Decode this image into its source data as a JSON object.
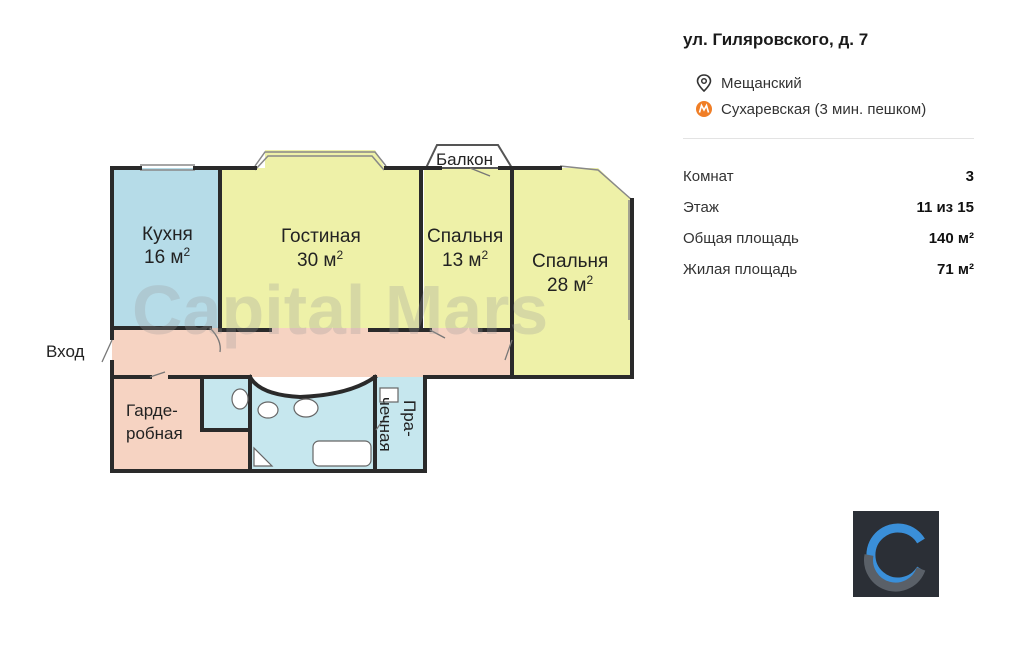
{
  "plan": {
    "watermark": "Capital Mars",
    "entrance": "Вход",
    "balcony": "Балкон",
    "kitchen": {
      "name": "Кухня",
      "area": "16 м",
      "sup": "2"
    },
    "living": {
      "name": "Гостиная",
      "area": "30 м",
      "sup": "2"
    },
    "bedroom1": {
      "name": "Спальня",
      "area": "13 м",
      "sup": "2"
    },
    "bedroom2": {
      "name": "Спальня",
      "area": "28 м",
      "sup": "2"
    },
    "wardrobe": {
      "line1": "Гарде-",
      "line2": "робная"
    },
    "laundry": {
      "line1": "Пра-",
      "line2": "чечная"
    }
  },
  "info": {
    "address": "ул. Гиляровского, д. 7",
    "district": "Мещанский",
    "metro": "Сухаревская (3 мин. пешком)",
    "rows": [
      {
        "k": "Комнат",
        "v": "3"
      },
      {
        "k": "Этаж",
        "v": "11 из 15"
      },
      {
        "k": "Общая площадь",
        "v": "140 м²"
      },
      {
        "k": "Жилая площадь",
        "v": "71 м²"
      }
    ]
  },
  "colors": {
    "kitchen": "#b6dce8",
    "living": "#eef1a8",
    "corridor": "#f6d3c2",
    "bath": "#c6e7ee",
    "wall": "#2a2a2a",
    "metro": "#f07e26"
  },
  "icons": [
    "location-pin-icon",
    "metro-icon",
    "capital-logo-icon"
  ]
}
